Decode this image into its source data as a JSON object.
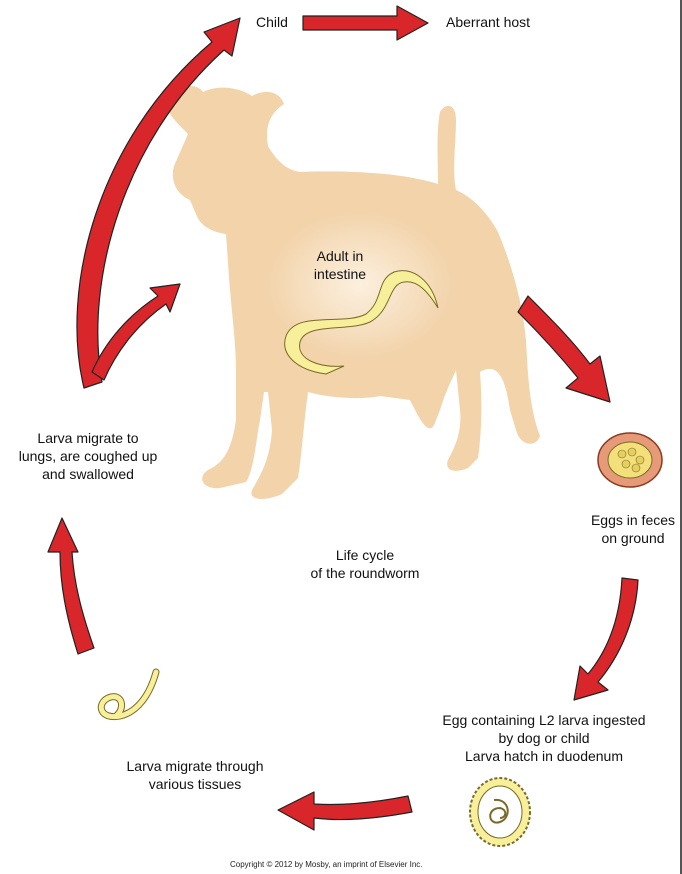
{
  "labels": {
    "child": "Child",
    "aberrant_host": "Aberrant host",
    "adult": [
      "Adult in",
      "intestine"
    ],
    "eggs": [
      "Eggs in feces",
      "on ground"
    ],
    "egg_ingested": [
      "Egg containing L2 larva ingested",
      "by dog or child",
      "Larva hatch in duodenum"
    ],
    "larva_tissues": [
      "Larva migrate through",
      "various tissues"
    ],
    "larva_lungs": [
      "Larva migrate to",
      "lungs, are coughed up",
      "and swallowed"
    ],
    "center_title": [
      "Life cycle",
      "of the roundworm"
    ],
    "copyright": "Copyright © 2012 by Mosby, an imprint of Elsevier Inc."
  },
  "colors": {
    "arrow": "#d8262b",
    "arrow_outline": "#222222",
    "dog": "#f2d3aa",
    "dog_glow": "#fdf3e4",
    "worm": "#f7ef9a",
    "egg_shell": "#e79a78",
    "egg_inner": "#f3e07a"
  }
}
